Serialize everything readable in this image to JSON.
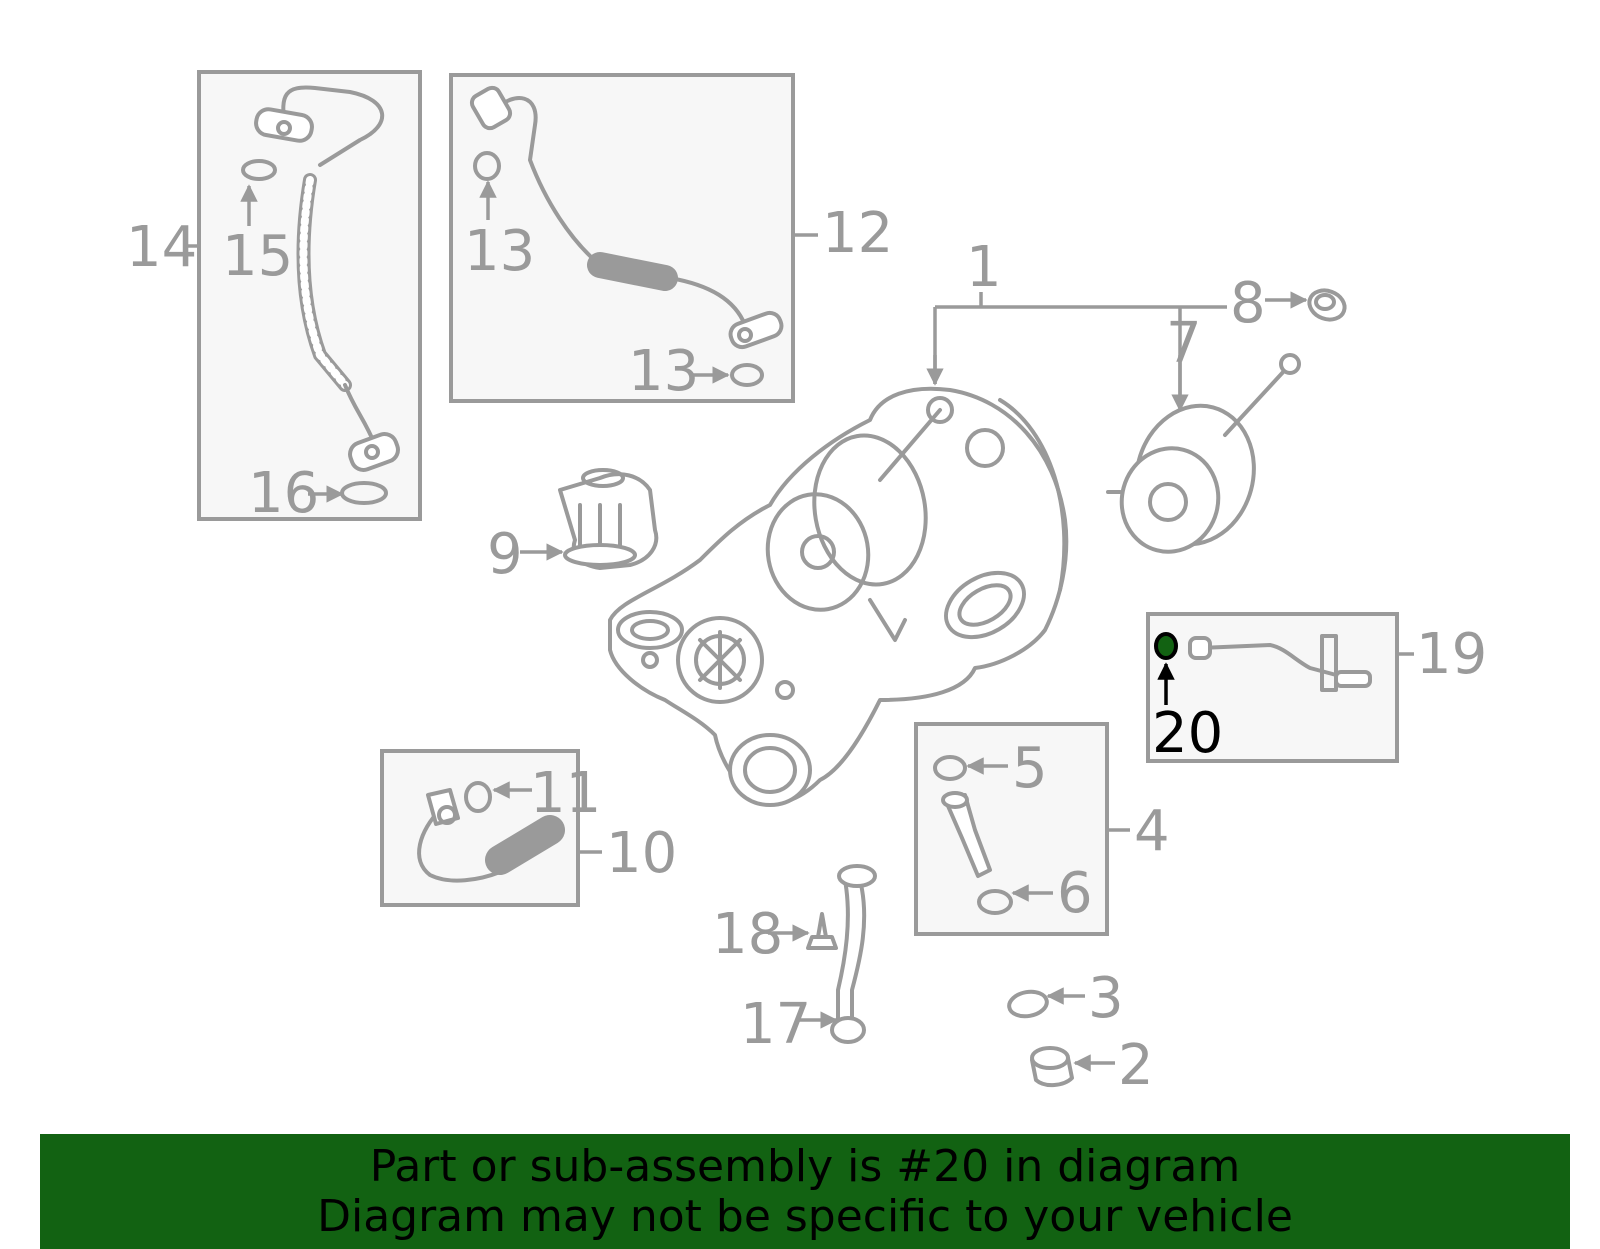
{
  "callouts": {
    "c1": "1",
    "c2": "2",
    "c3": "3",
    "c4": "4",
    "c5": "5",
    "c6": "6",
    "c7": "7",
    "c8": "8",
    "c9": "9",
    "c10": "10",
    "c11": "11",
    "c12": "12",
    "c13a": "13",
    "c13b": "13",
    "c14": "14",
    "c15": "15",
    "c16": "16",
    "c17": "17",
    "c18": "18",
    "c19": "19",
    "c20": "20"
  },
  "highlighted_part": "20",
  "colors": {
    "line": "#9a9a9a",
    "highlight": "#000000",
    "banner": "#126212",
    "highlight_fill": "#126212"
  },
  "banner": {
    "line1": "Part or sub-assembly is #20 in diagram",
    "line2": "Diagram may not be specific to your vehicle"
  }
}
